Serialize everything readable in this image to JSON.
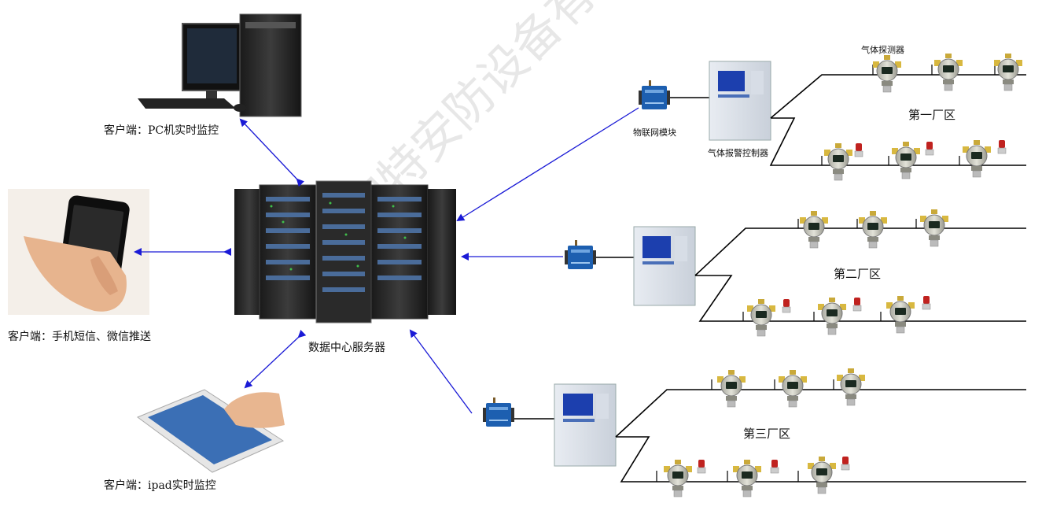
{
  "clients": {
    "pc": "客户端：PC机实时监控",
    "phone": "客户端：手机短信、微信推送",
    "ipad": "客户端：ipad实时监控"
  },
  "server": {
    "label": "数据中心服务器"
  },
  "iot_module": {
    "label": "物联网模块"
  },
  "controller": {
    "label": "气体报警控制器"
  },
  "detector": {
    "label": "气体探测器"
  },
  "zones": [
    "第一厂区",
    "第二厂区",
    "第三厂区"
  ],
  "watermark": "山东如特安防设备有限公司",
  "colors": {
    "arrow": "#1a1ad6",
    "line": "#000000",
    "module_blue": "#1d5fb0",
    "detector_yellow": "#d8b840"
  }
}
